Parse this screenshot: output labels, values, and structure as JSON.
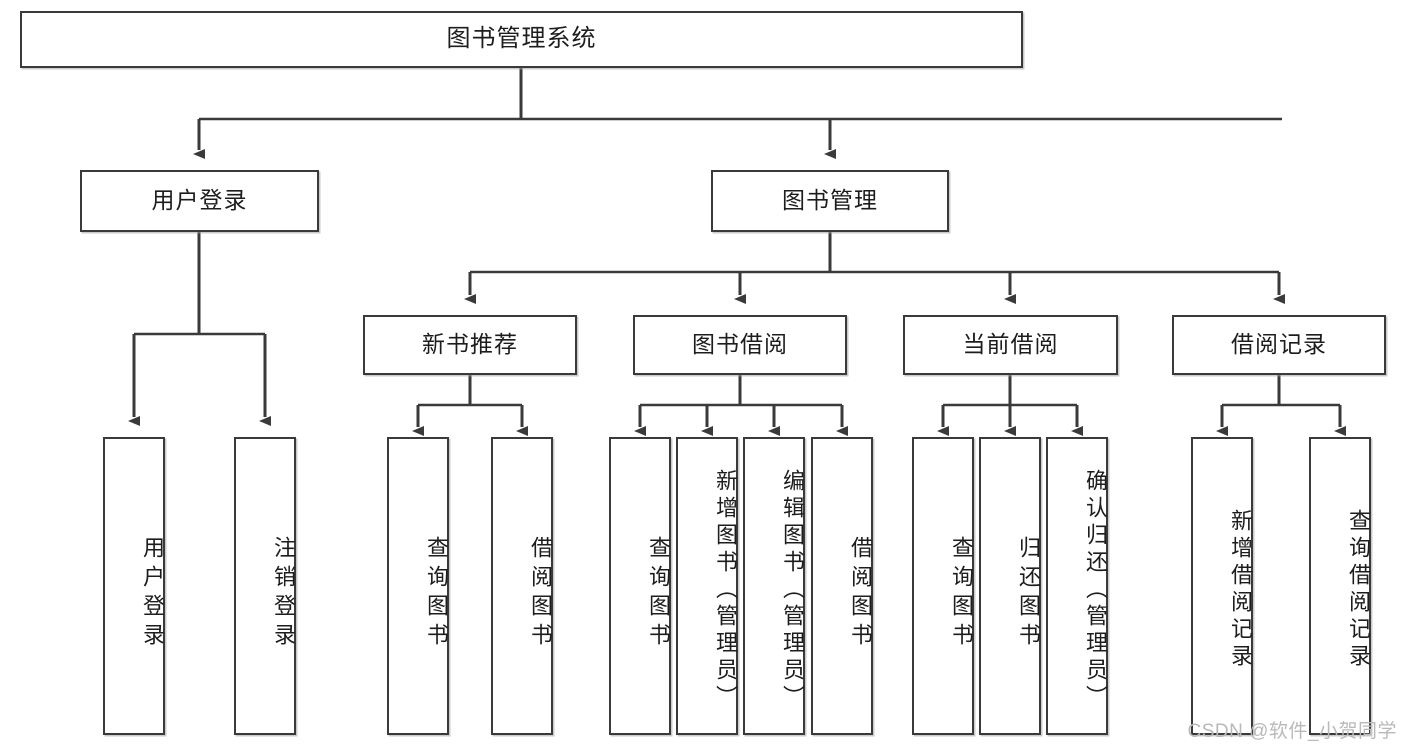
{
  "diagram": {
    "title": "图书管理系统",
    "type": "tree",
    "root": {
      "label": "图书管理系统"
    },
    "level2": [
      {
        "label": "用户登录"
      },
      {
        "label": "图书管理"
      }
    ],
    "level3": [
      {
        "label": "新书推荐"
      },
      {
        "label": "图书借阅"
      },
      {
        "label": "当前借阅"
      },
      {
        "label": "借阅记录"
      }
    ],
    "leaves": {
      "user_login": [
        {
          "label": "用户登录"
        },
        {
          "label": "注销登录"
        }
      ],
      "new_book_recommend": [
        {
          "label": "查询图书"
        },
        {
          "label": "借阅图书"
        }
      ],
      "book_borrow": [
        {
          "label": "查询图书"
        },
        {
          "label": "新增图书（管理员）"
        },
        {
          "label": "编辑图书（管理员）"
        },
        {
          "label": "借阅图书"
        }
      ],
      "current_borrow": [
        {
          "label": "查询图书"
        },
        {
          "label": "归还图书"
        },
        {
          "label": "确认归还（管理员）"
        }
      ],
      "borrow_record": [
        {
          "label": "新增借阅记录"
        },
        {
          "label": "查询借阅记录"
        }
      ]
    }
  },
  "watermark": {
    "text": "CSDN @软件_小贺同学"
  },
  "colors": {
    "stroke": "#3a3a3a",
    "box_fill": "#ffffff",
    "text": "#1d1d1d",
    "watermark": "#b9b9b9"
  }
}
